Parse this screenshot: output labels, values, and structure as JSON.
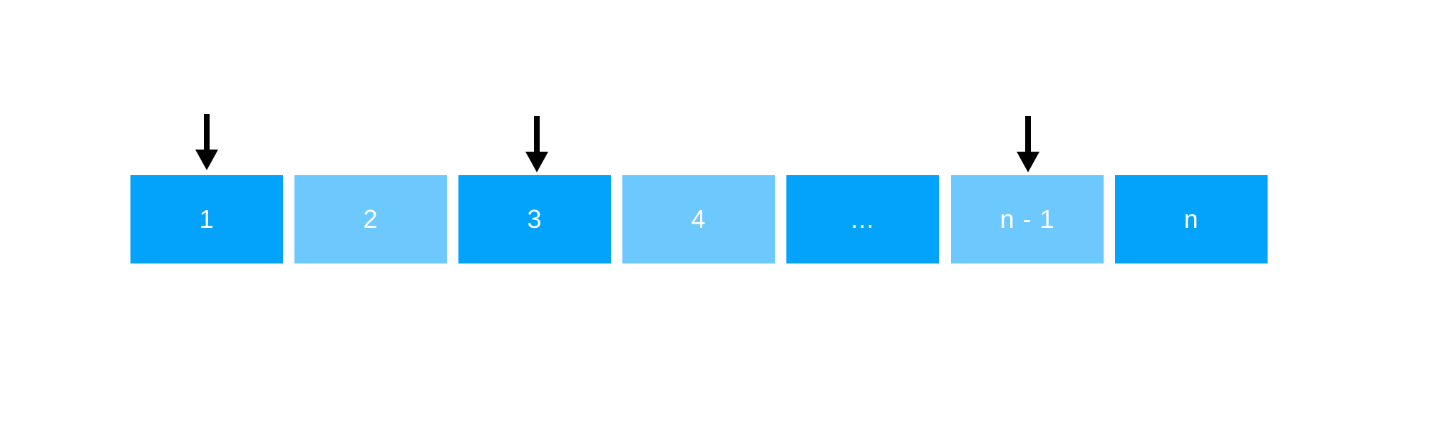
{
  "colors": {
    "dark": "#03a2fb",
    "light": "#6dc8fd",
    "text": "#ffffff",
    "arrow": "#000000"
  },
  "cells": [
    {
      "label": "1",
      "shade": "dark"
    },
    {
      "label": "2",
      "shade": "light"
    },
    {
      "label": "3",
      "shade": "dark"
    },
    {
      "label": "4",
      "shade": "light"
    },
    {
      "label": "...",
      "shade": "dark"
    },
    {
      "label": "n - 1",
      "shade": "light"
    },
    {
      "label": "n",
      "shade": "dark"
    }
  ],
  "pointers": [
    {
      "target_cell": "1",
      "icon": "down-arrow-icon"
    },
    {
      "target_cell": "3",
      "icon": "down-arrow-icon"
    },
    {
      "target_cell": "n - 1",
      "icon": "down-arrow-icon"
    }
  ]
}
